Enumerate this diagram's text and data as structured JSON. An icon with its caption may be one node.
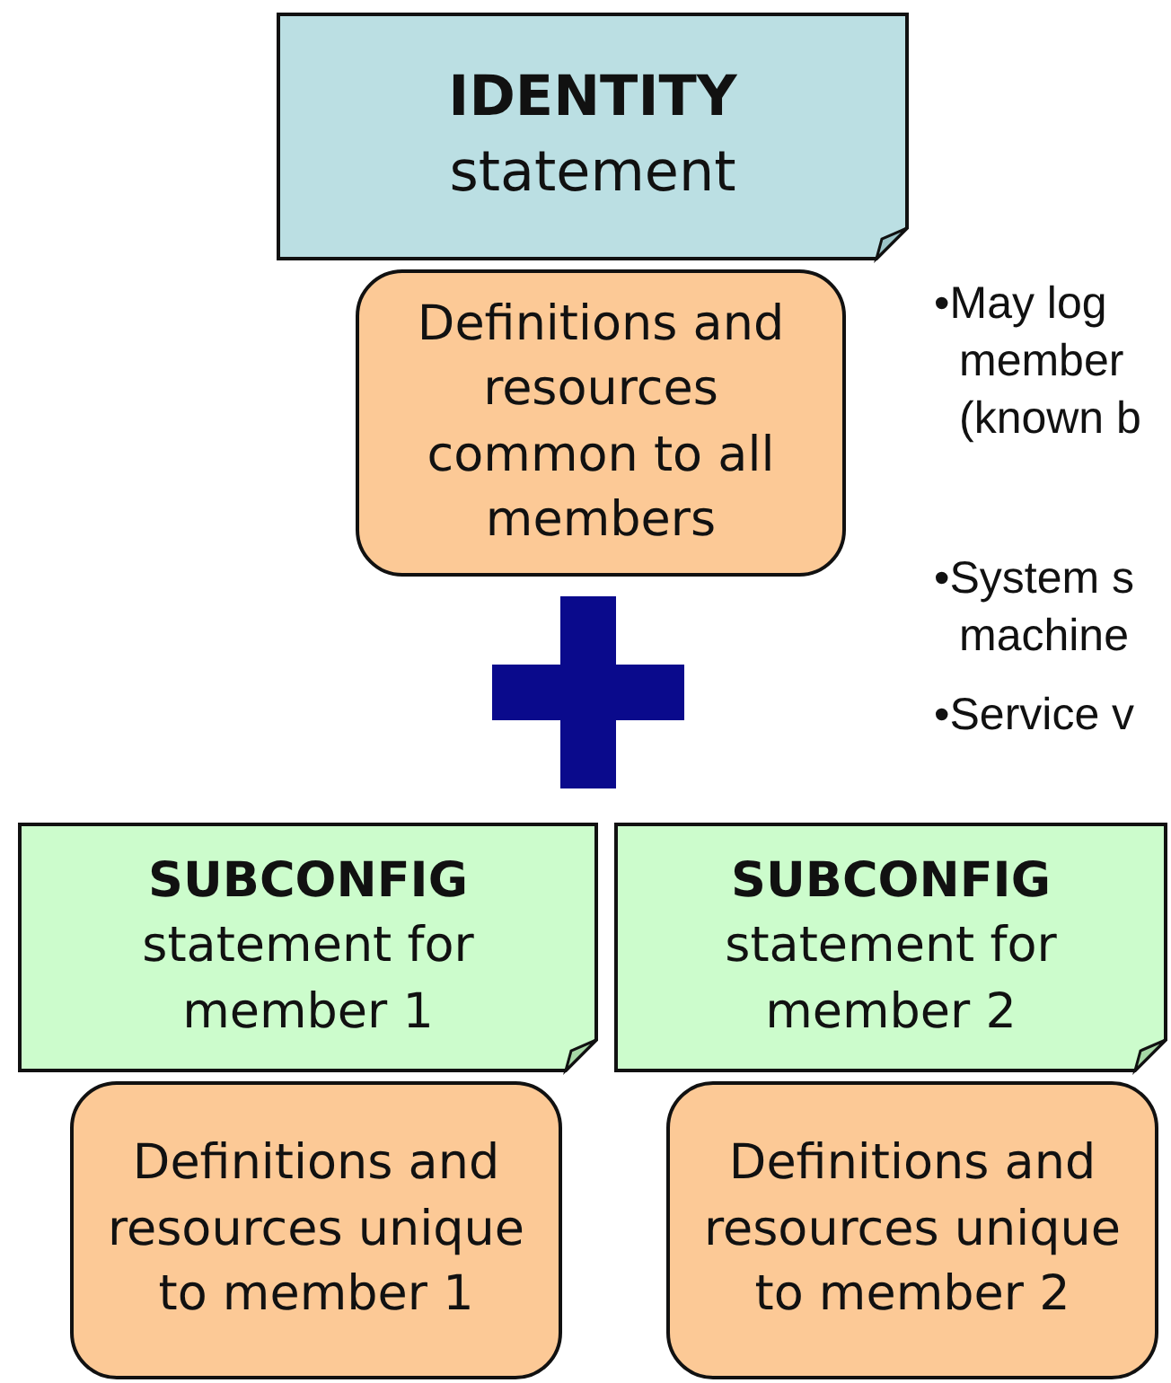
{
  "diagram": {
    "nodes": [
      {
        "text": [
          "IDENTITY",
          "statement"
        ]
      },
      {
        "text": [
          "Definitions and resources common to all members"
        ]
      },
      {
        "text": [],
        "shape": "plus"
      },
      {
        "text": [
          "SUBCONFIG",
          "statement for member 1"
        ]
      },
      {
        "text": [
          "SUBCONFIG",
          "statement for member 2"
        ]
      },
      {
        "text": [
          "Definitions and resources unique to member 1"
        ]
      },
      {
        "text": [
          "Definitions and resources unique to member 2"
        ]
      }
    ],
    "labels": [
      "•May log member (known b",
      "•System s machine",
      "•Service v"
    ]
  }
}
